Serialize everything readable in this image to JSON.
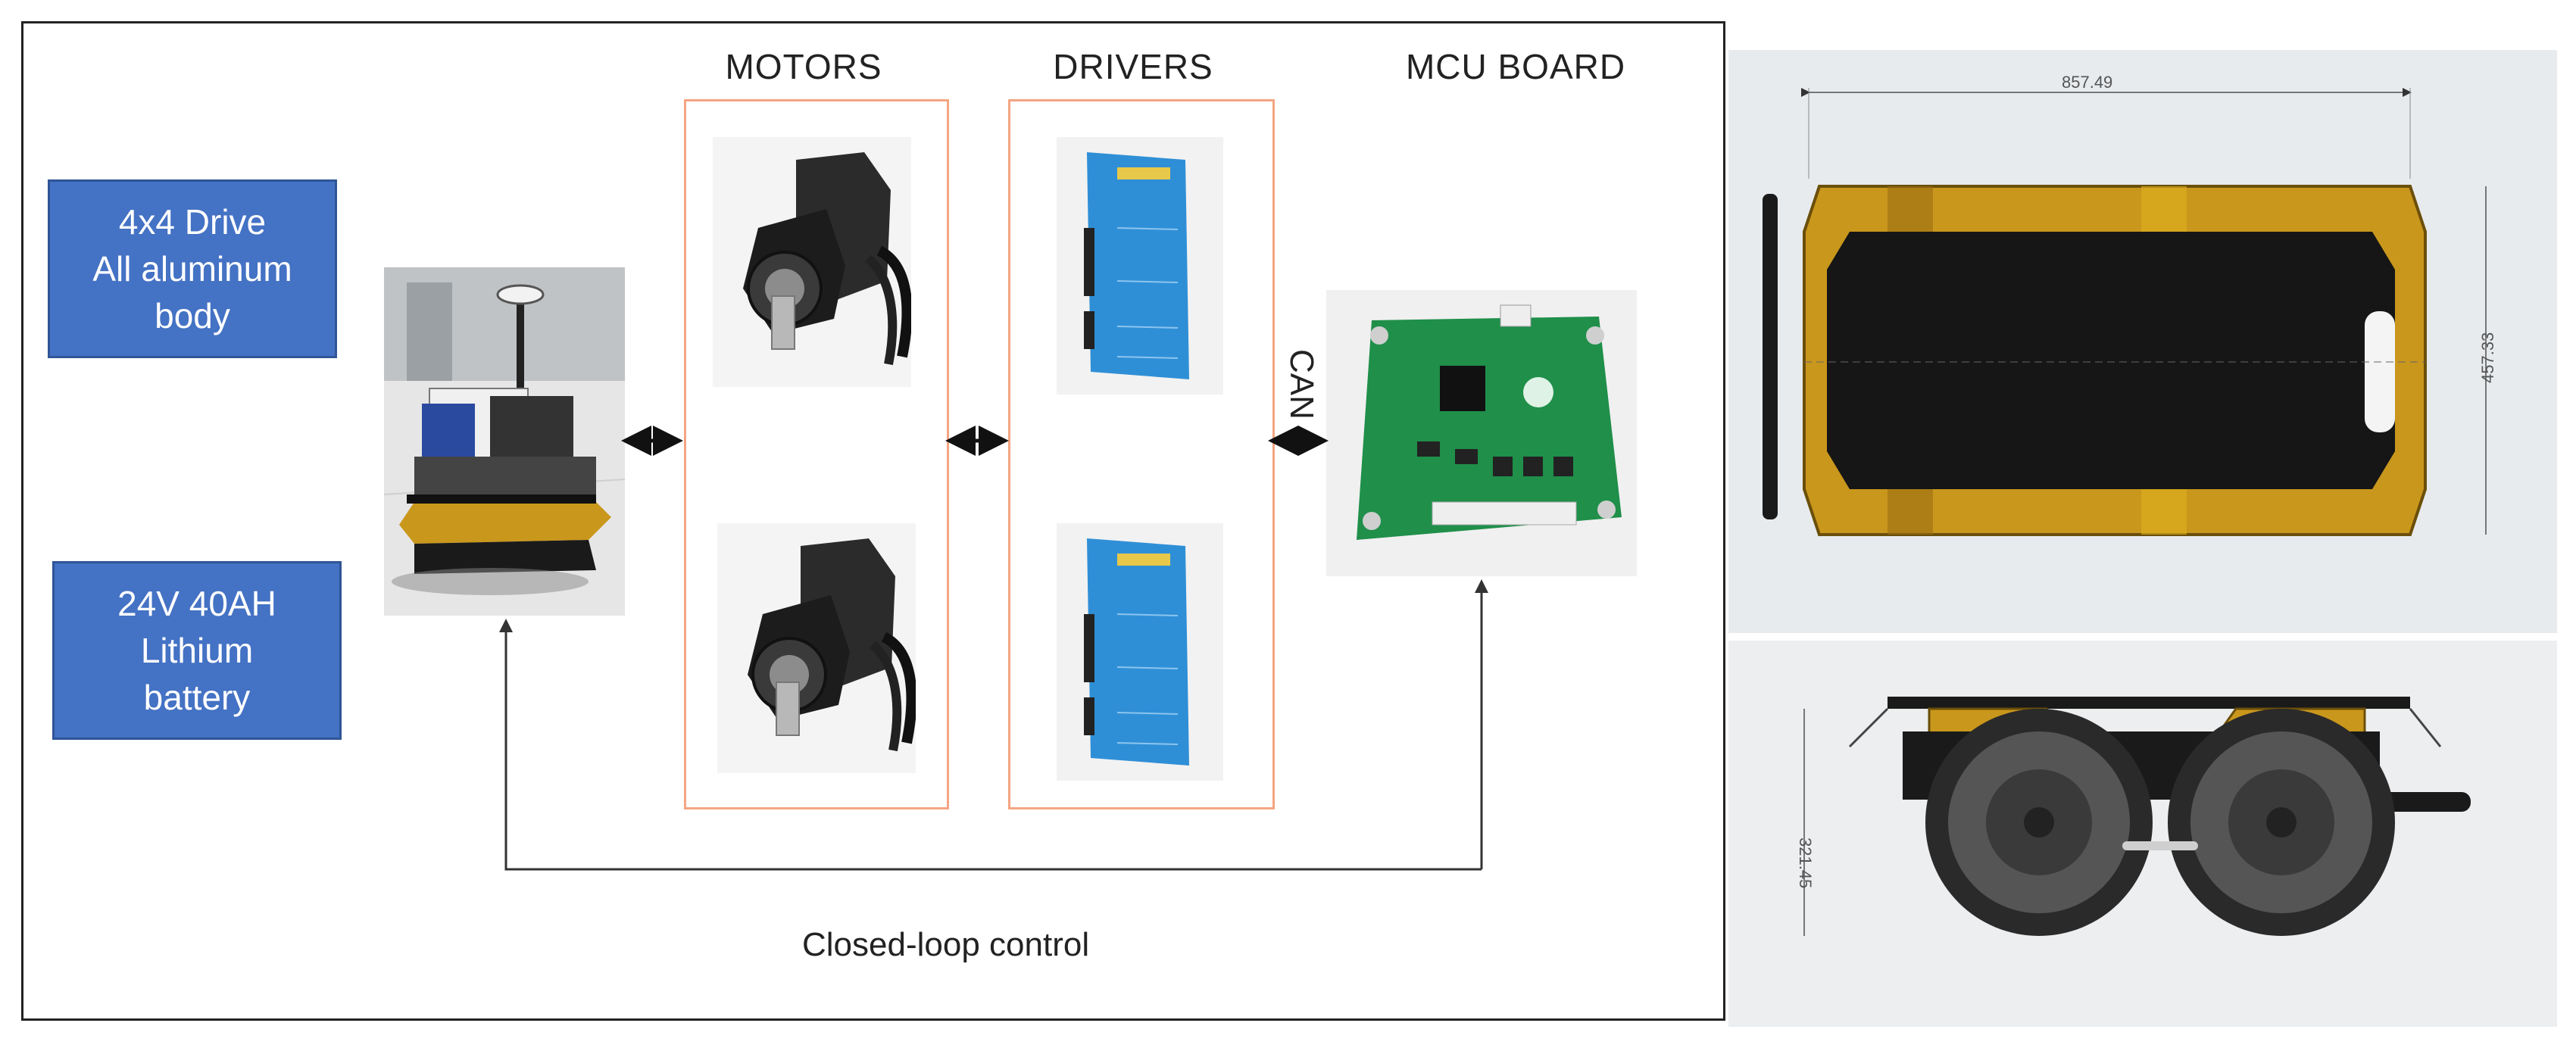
{
  "left_boxes": [
    {
      "lines": [
        "4x4 Drive",
        "All aluminum",
        "body"
      ]
    },
    {
      "lines": [
        "24V 40AH",
        "Lithium",
        "battery"
      ]
    }
  ],
  "columns": {
    "motors": "MOTORS",
    "drivers": "DRIVERS",
    "mcu": "MCU BOARD"
  },
  "can_label": "CAN",
  "loop_label": "Closed-loop control",
  "cad": {
    "top_width": "857.49",
    "top_height": "457.33",
    "side_height": "321.45"
  },
  "colors": {
    "box_blue": "#4472c4",
    "frame_orange": "#f4a582",
    "chassis_gold": "#c9971c",
    "chassis_black": "#1a1a1a",
    "driver_blue": "#2f8fd6",
    "pcb_green": "#1f8f4a"
  }
}
